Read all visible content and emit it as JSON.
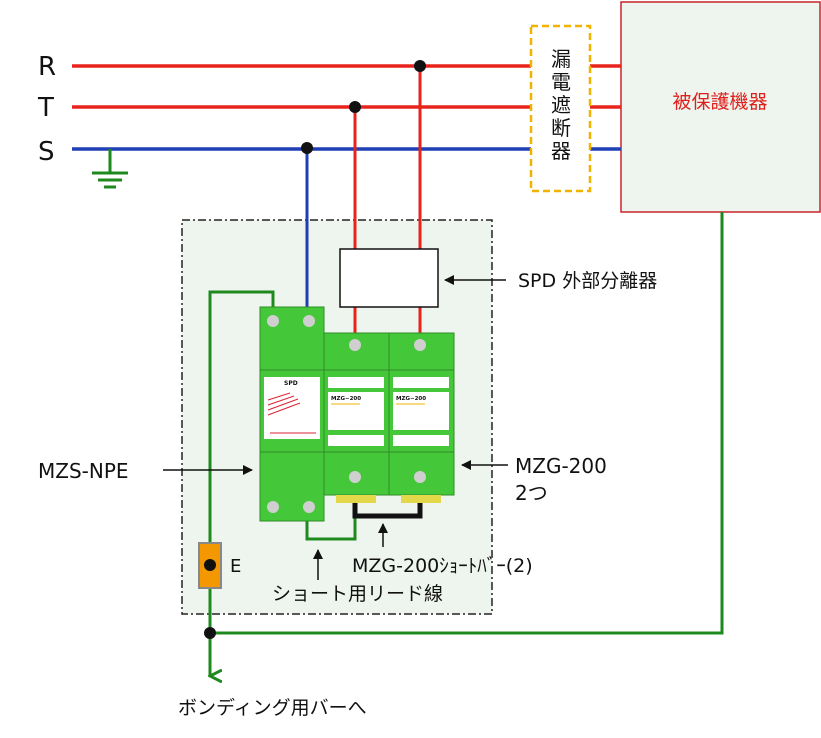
{
  "lines": {
    "r_label": "R",
    "t_label": "T",
    "s_label": "S"
  },
  "breaker": {
    "chars": [
      "漏",
      "電",
      "遮",
      "断",
      "器"
    ]
  },
  "protected": {
    "label": "被保護機器"
  },
  "labels": {
    "spd_isolator": "SPD 外部分離器",
    "mzs_npe": "MZS-NPE",
    "mzg_line1": "MZG-200",
    "mzg_line2": "2つ",
    "shortbar": "MZG-200ｼｮｰﾄﾊﾞｰ(2)",
    "shortlead": "ショート用リード線",
    "earth": "E",
    "bonding": "ボンディング用バーへ"
  },
  "modules": {
    "npe_tag": "SPD",
    "mzg_tag_1": "MZG−200",
    "mzg_tag_2": "MZG−200"
  },
  "colors": {
    "red_wire": "#e8231c",
    "blue_wire": "#1f3fb4",
    "green_wire": "#1e8a1e",
    "module_green": "#45c73a",
    "breaker_border": "#f0b400",
    "earth_terminal": "#f39800",
    "panel_bg": "#eef5ee"
  }
}
